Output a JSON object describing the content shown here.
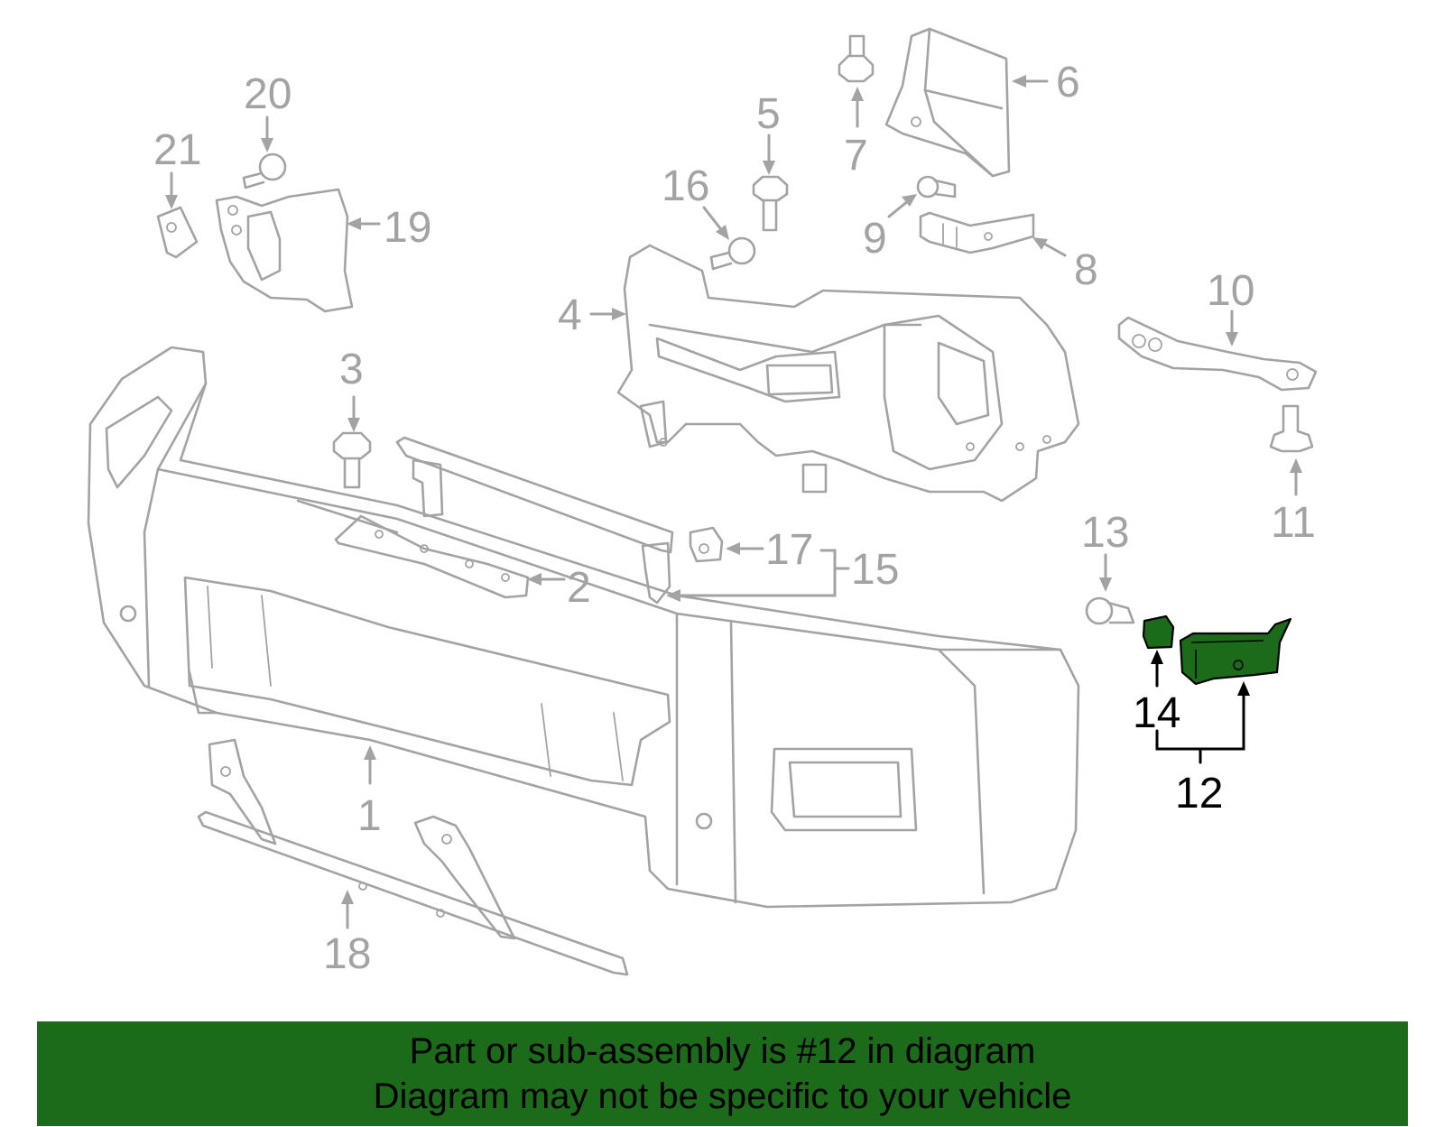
{
  "diagram": {
    "colors": {
      "part_outline": "#a3a3a3",
      "highlight_part": "#1b6b1b",
      "highlight_label": "#000000",
      "banner_background": "#1b6b1b",
      "banner_text": "#000000"
    },
    "callouts": {
      "c1": "1",
      "c2": "2",
      "c3": "3",
      "c4": "4",
      "c5": "5",
      "c6": "6",
      "c7": "7",
      "c8": "8",
      "c9": "9",
      "c10": "10",
      "c11": "11",
      "c12": "12",
      "c13": "13",
      "c14": "14",
      "c15": "15",
      "c16": "16",
      "c17": "17",
      "c18": "18",
      "c19": "19",
      "c20": "20",
      "c21": "21"
    },
    "highlighted_part": "12"
  },
  "footer": {
    "line1": "Part or sub-assembly is #12 in diagram",
    "line2": "Diagram may not be specific to your vehicle"
  }
}
